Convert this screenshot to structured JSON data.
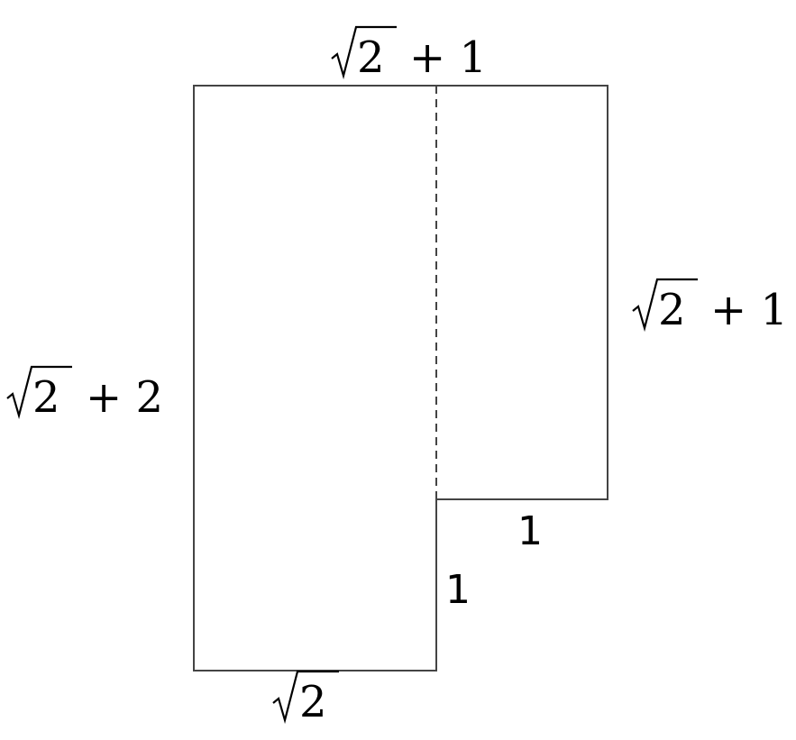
{
  "diagram": {
    "line_color": "#444444",
    "text_color": "#000000",
    "labels": {
      "top": {
        "coef": "2",
        "rest": "+ 1"
      },
      "right": {
        "coef": "2",
        "rest": "+ 1"
      },
      "left": {
        "coef": "2",
        "rest": "+ 2"
      },
      "bottom": {
        "coef": "2"
      },
      "step_horizontal": "1",
      "step_vertical": "1"
    }
  }
}
